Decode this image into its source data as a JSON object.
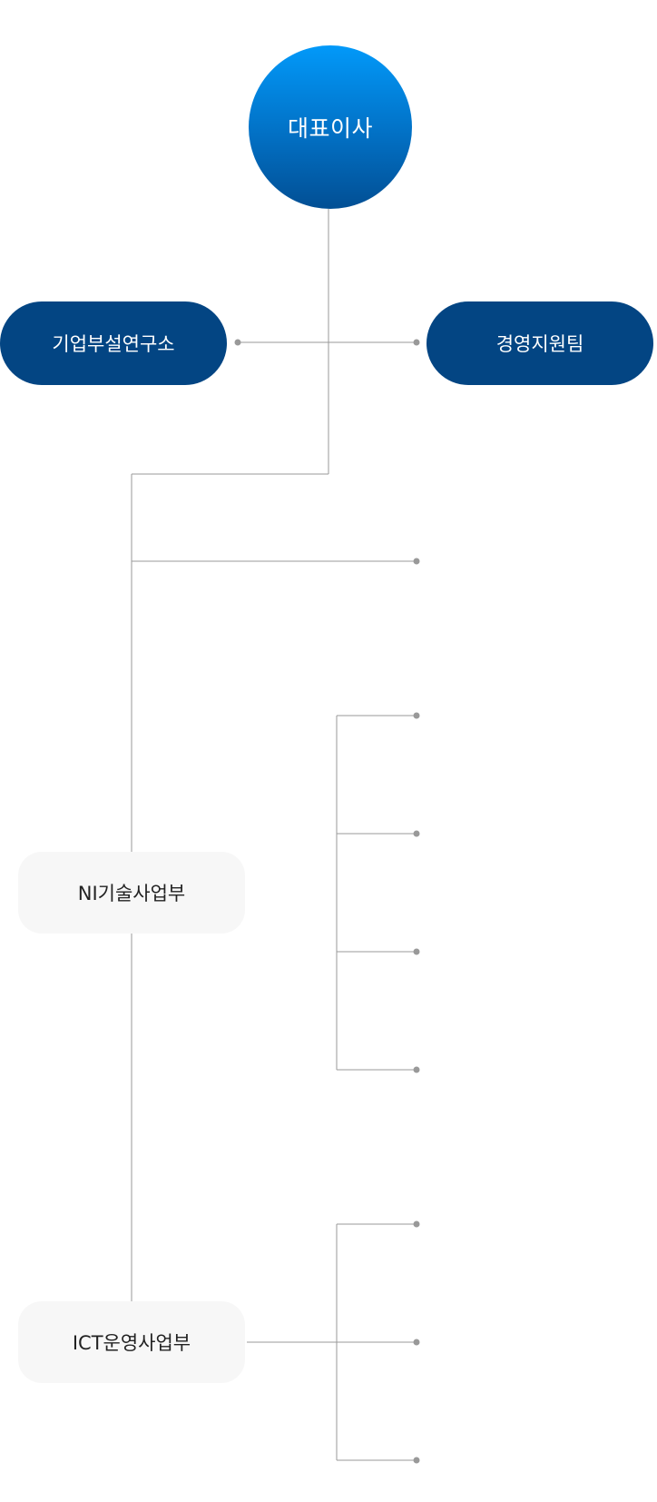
{
  "org_chart": {
    "ceo": "대표이사",
    "research_lab": "기업부설연구소",
    "management_support": "경영지원팀",
    "ni_division": "NI기술사업부",
    "ict_division": "ICT운영사업부"
  },
  "colors": {
    "ceo_gradient_top": "#0299f9",
    "ceo_gradient_bottom": "#024f94",
    "dark_pill": "#034583",
    "light_pill": "#f7f7f7",
    "line": "#9a9a9a",
    "dot": "#999999"
  }
}
